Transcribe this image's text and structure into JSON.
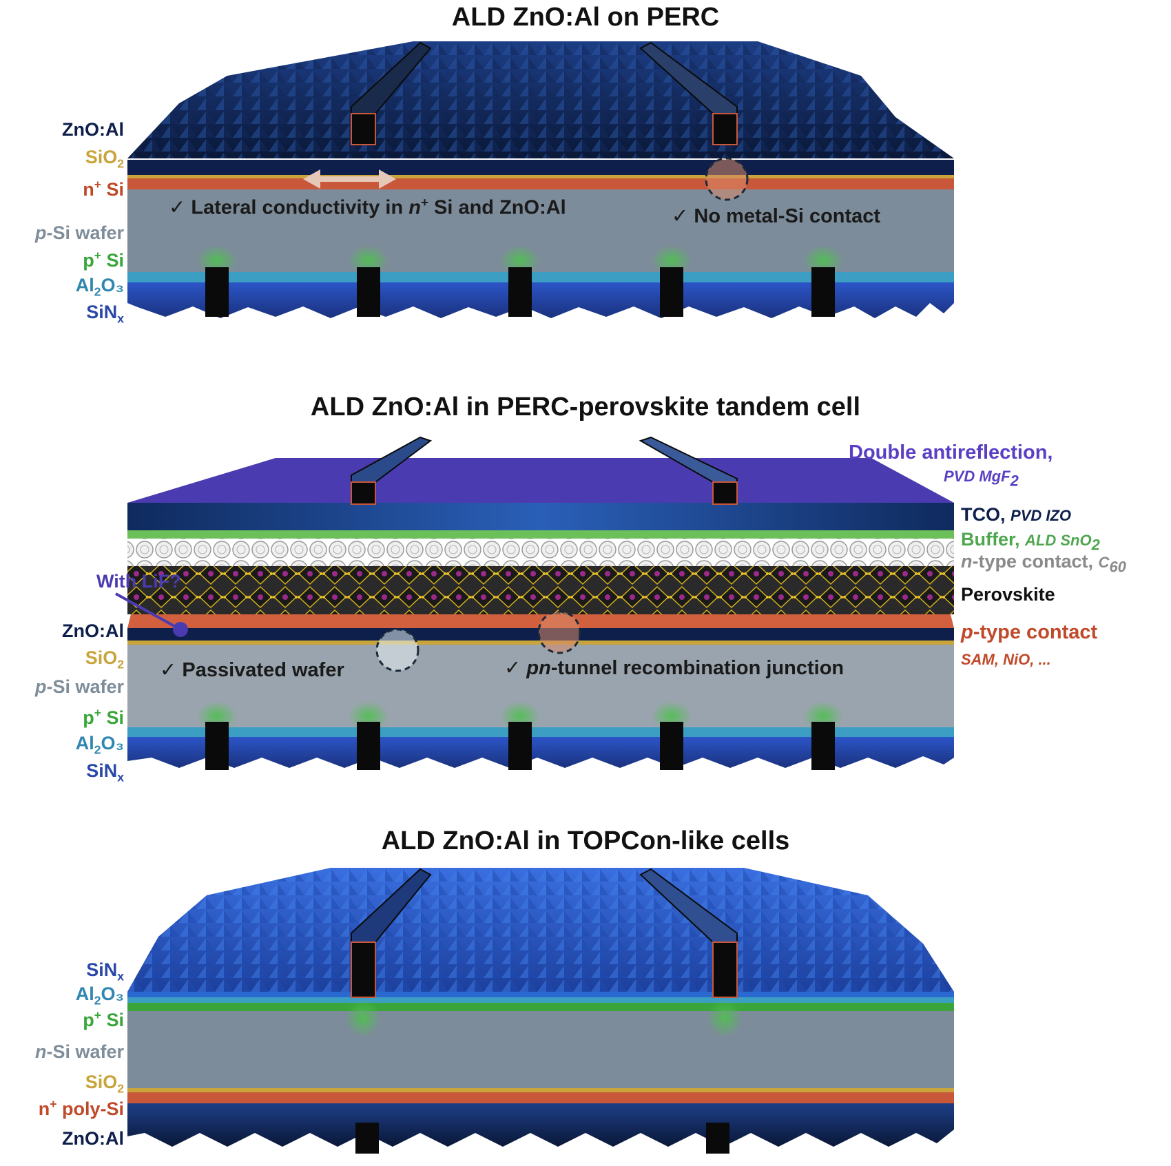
{
  "panels": [
    {
      "title": "ALD ZnO:Al on PERC",
      "left_labels": [
        {
          "pre": "",
          "main": "ZnO:Al",
          "sub": "",
          "sup": "",
          "tail": "",
          "color": "#0d1f4a"
        },
        {
          "pre": "",
          "main": "SiO",
          "sub": "2",
          "sup": "",
          "tail": "",
          "color": "#c8a43a"
        },
        {
          "pre": "",
          "main": "n",
          "sub": "",
          "sup": "+",
          "tail": " Si",
          "color": "#c0492a"
        },
        {
          "pre": "p",
          "main": "-Si wafer",
          "sub": "",
          "sup": "",
          "tail": "",
          "color": "#7e8d99"
        },
        {
          "pre": "",
          "main": "p",
          "sub": "",
          "sup": "+",
          "tail": " Si",
          "color": "#3aa53a"
        },
        {
          "pre": "",
          "main": "Al",
          "sub": "2",
          "sup": "",
          "tail": "O₃",
          "color": "#2f86b0"
        },
        {
          "pre": "",
          "main": "SiN",
          "sub": "x",
          "sup": "",
          "tail": "",
          "color": "#2a48a8"
        }
      ],
      "notes": [
        {
          "check": "✓",
          "text_a": "Lateral conductivity in ",
          "text_it": "n",
          "sup": "+",
          "text_b": " Si and ZnO:Al"
        },
        {
          "check": "✓",
          "text_a": "No metal-Si contact",
          "text_it": "",
          "sup": "",
          "text_b": ""
        }
      ]
    },
    {
      "title": "ALD ZnO:Al in PERC-perovskite tandem cell",
      "left_labels": [
        {
          "pre": "",
          "main": "ZnO:Al",
          "sub": "",
          "sup": "",
          "tail": "",
          "color": "#0d1f4a"
        },
        {
          "pre": "",
          "main": "SiO",
          "sub": "2",
          "sup": "",
          "tail": "",
          "color": "#c8a43a"
        },
        {
          "pre": "p",
          "main": "-Si wafer",
          "sub": "",
          "sup": "",
          "tail": "",
          "color": "#7e8d99"
        },
        {
          "pre": "",
          "main": "p",
          "sub": "",
          "sup": "+",
          "tail": " Si",
          "color": "#3aa53a"
        },
        {
          "pre": "",
          "main": "Al",
          "sub": "2",
          "sup": "",
          "tail": "O₃",
          "color": "#2f86b0"
        },
        {
          "pre": "",
          "main": "SiN",
          "sub": "x",
          "sup": "",
          "tail": "",
          "color": "#2a48a8"
        }
      ],
      "lif_label": "With LiF?",
      "right_labels": {
        "antireflection": "Double antireflection,",
        "antireflection_sub": "PVD MgF",
        "antireflection_sub_idx": "2",
        "tco": "TCO,",
        "tco_sub": "PVD IZO",
        "buffer": "Buffer,",
        "buffer_sub": "ALD SnO",
        "buffer_sub_idx": "2",
        "ncontact_it": "n",
        "ncontact": "-type contact,",
        "ncontact_sub": "C",
        "ncontact_sub_idx": "60",
        "perovskite": "Perovskite",
        "pcontact_it": "p",
        "pcontact": "-type contact",
        "pcontact_sub": "SAM, NiO, ..."
      },
      "right_colors": {
        "antireflection": "#5a3fc4",
        "tco": "#0d1f4a",
        "buffer": "#4ea64e",
        "ncontact": "#8a8a8a",
        "perovskite": "#111111",
        "pcontact": "#c0492a"
      },
      "notes": [
        {
          "check": "✓",
          "text_a": "Passivated wafer",
          "text_it": "",
          "sup": "",
          "text_b": ""
        },
        {
          "check": "✓",
          "text_a": "",
          "text_it": "pn",
          "sup": "",
          "text_b": "-tunnel recombination junction"
        }
      ]
    },
    {
      "title": "ALD ZnO:Al in TOPCon-like cells",
      "left_labels": [
        {
          "pre": "",
          "main": "SiN",
          "sub": "x",
          "sup": "",
          "tail": "",
          "color": "#2a48a8"
        },
        {
          "pre": "",
          "main": "Al",
          "sub": "2",
          "sup": "",
          "tail": "O₃",
          "color": "#2f86b0"
        },
        {
          "pre": "",
          "main": "p",
          "sub": "",
          "sup": "+",
          "tail": " Si",
          "color": "#3aa53a"
        },
        {
          "pre": "n",
          "main": "-Si wafer",
          "sub": "",
          "sup": "",
          "tail": "",
          "color": "#7e8d99"
        },
        {
          "pre": "",
          "main": "SiO",
          "sub": "2",
          "sup": "",
          "tail": "",
          "color": "#c8a43a"
        },
        {
          "pre": "",
          "main": "n",
          "sub": "",
          "sup": "+",
          "tail": " poly-Si",
          "color": "#c0492a"
        },
        {
          "pre": "",
          "main": "ZnO:Al",
          "sub": "",
          "sup": "",
          "tail": "",
          "color": "#0d1f4a"
        }
      ]
    }
  ],
  "colors": {
    "zno": "#0d1f4a",
    "sio2": "#c8a43a",
    "nplus": "#c9573a",
    "wafer": "#7d8c9a",
    "pplus": "#3aa53a",
    "al2o3": "#3d9ec4",
    "sinx": "#2a48c0",
    "mgf2": "#4a3cb0",
    "tco": "#10306a",
    "buffer": "#6cc05a",
    "c60": "#d8d8d8",
    "perovskite": "#2a2a2a",
    "pcontact": "#d2603e",
    "finger": "#0a0a0a"
  }
}
